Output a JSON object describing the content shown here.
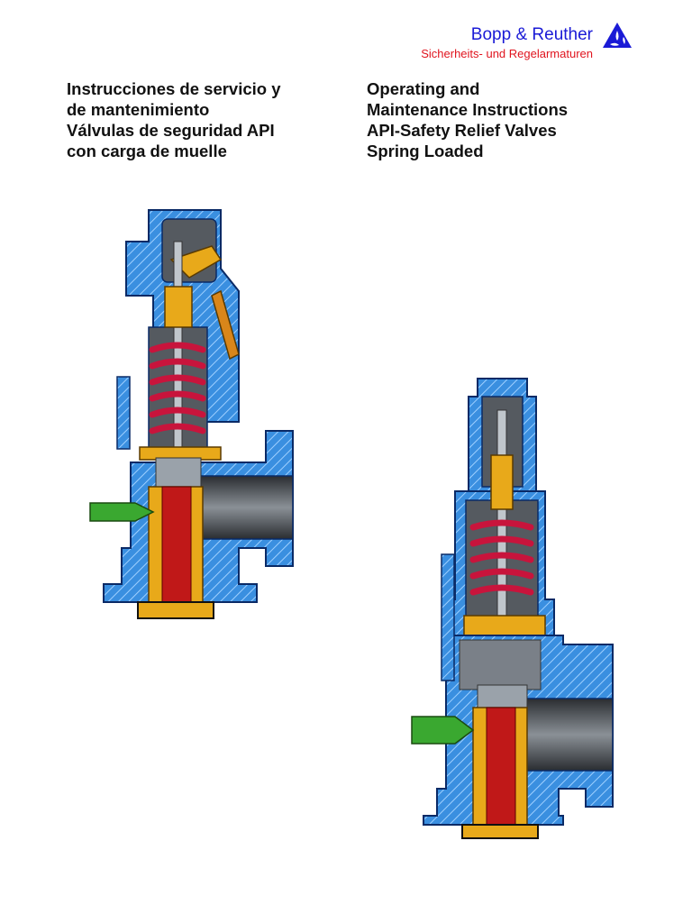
{
  "header": {
    "brand_name": "Bopp & Reuther",
    "brand_tagline": "Sicherheits- und Regelarmaturen",
    "logo_icon": "bopp-reuther-logo-icon",
    "brand_color": "#1a1ad6",
    "tagline_color": "#e0141e"
  },
  "title_spanish": {
    "line1": "Instrucciones de servicio y",
    "line2": "de mantenimiento",
    "line3": "Válvulas de seguridad API",
    "line4": "con carga de muelle"
  },
  "title_english": {
    "line1": "Operating and",
    "line2": "Maintenance Instructions",
    "line3": "API-Safety Relief Valves",
    "line4": "Spring Loaded"
  },
  "illustrations": {
    "valve_1": "safety-relief-valve-cutaway-with-lifting-lever",
    "valve_2": "safety-relief-valve-cutaway-closed-bonnet",
    "colors": {
      "body": "#3a8fe0",
      "spring": "#c8143c",
      "spindle": "#c01818",
      "guide": "#e8a91a",
      "gag": "#3aa830",
      "interior": "#555a60"
    }
  }
}
